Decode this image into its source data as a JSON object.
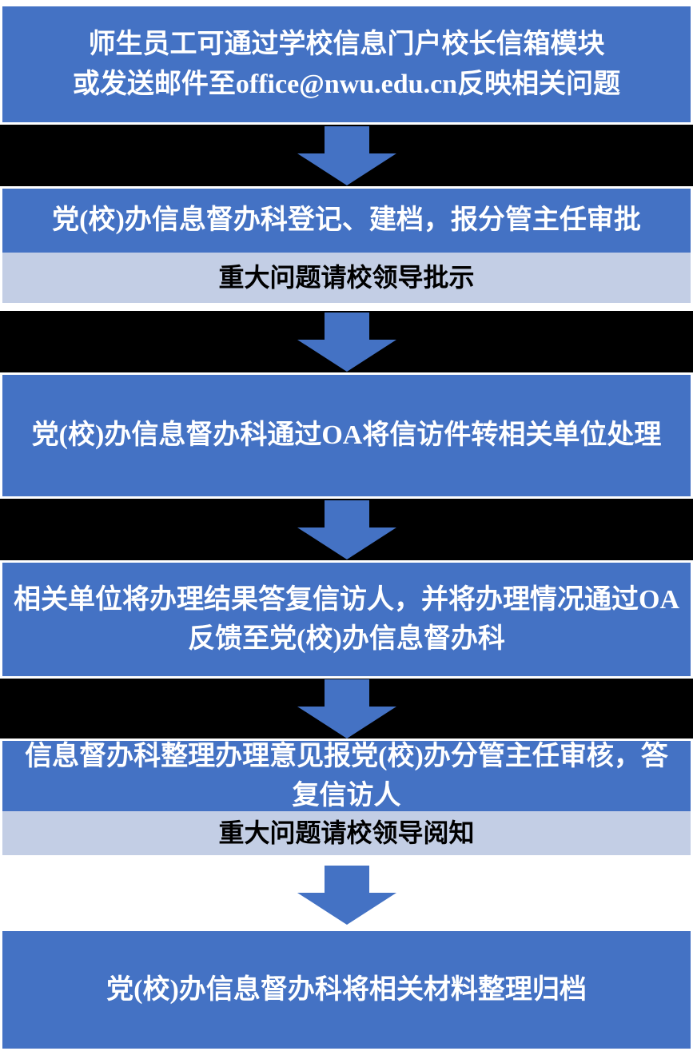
{
  "flowchart": {
    "steps": [
      {
        "text": "师生员工可通过学校信息门户校长信箱模块\n或发送邮件至office@nwu.edu.cn反映相关问题"
      },
      {
        "text": "党(校)办信息督办科登记、建档，报分管主任审批"
      },
      {
        "text": "重大问题请校领导批示"
      },
      {
        "text": "党(校)办信息督办科通过OA将信访件转相关单位处理"
      },
      {
        "text": "相关单位将办理结果答复信访人，并将办理情况通过OA\n反馈至党(校)办信息督办科"
      },
      {
        "text": "信息督办科整理办理意见报党(校)办分管主任审核，答\n复信访人"
      },
      {
        "text": "重大问题请校领导阅知"
      },
      {
        "text": "党(校)办信息督办科将相关材料整理归档"
      }
    ],
    "colors": {
      "box_blue": "#4472C4",
      "band_black": "#000000",
      "note_light": "#C3CEE5",
      "arrow_blue": "#4472C4",
      "box_text": "#FFFFFF",
      "note_text": "#000000"
    }
  }
}
